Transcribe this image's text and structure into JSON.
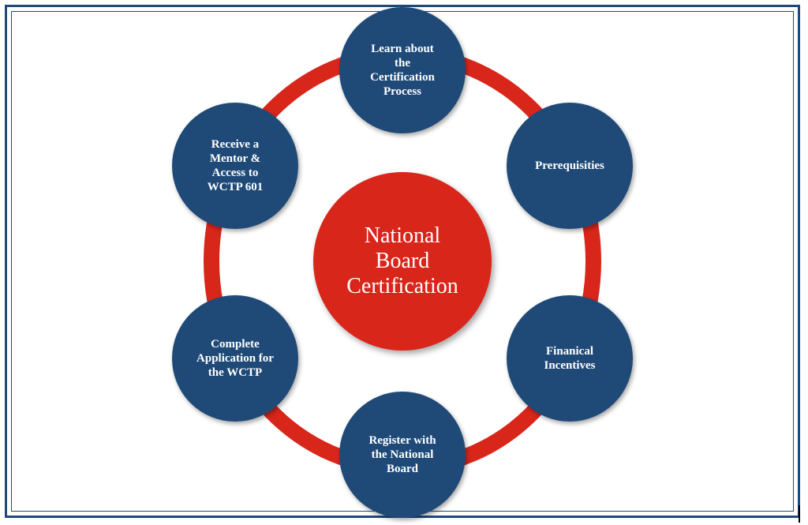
{
  "colors": {
    "frame": "#1f4a78",
    "ring": "#d9261b",
    "step_fill": "#1f4a78",
    "center_fill": "#d9261b",
    "text": "#ffffff"
  },
  "center": {
    "label": "National\nBoard\nCertification"
  },
  "steps": [
    {
      "label": "Learn about\nthe\nCertification\nProcess"
    },
    {
      "label": "Prerequisities"
    },
    {
      "label": "Finanical\nIncentives"
    },
    {
      "label": "Register with\nthe National\nBoard"
    },
    {
      "label": "Complete\nApplication for\nthe WCTP"
    },
    {
      "label": "Receive a\nMentor &\nAccess to\nWCTP 601"
    }
  ]
}
